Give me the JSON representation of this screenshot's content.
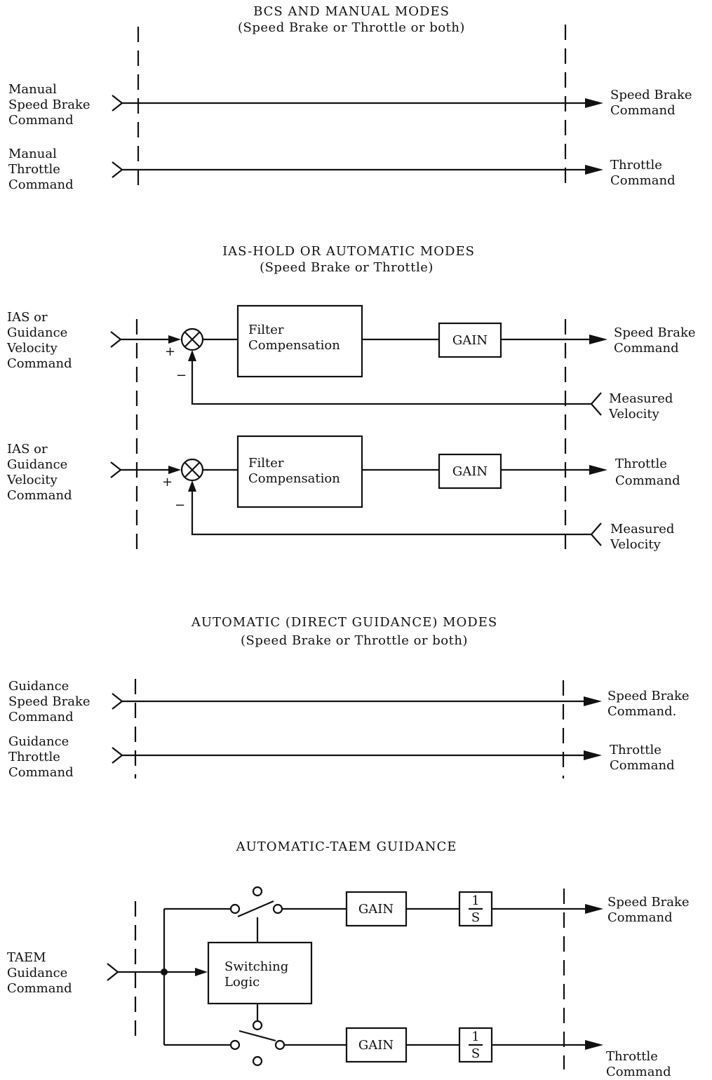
{
  "sections": {
    "bcs": {
      "title": "BCS AND MANUAL MODES",
      "subtitle": "(Speed Brake or Throttle or both)",
      "inputs": {
        "speed_brake": [
          "Manual",
          "Speed Brake",
          "Command"
        ],
        "throttle": [
          "Manual",
          "Throttle",
          "Command"
        ]
      },
      "outputs": {
        "speed_brake": [
          "Speed Brake",
          "Command"
        ],
        "throttle": [
          "Throttle",
          "Command"
        ]
      }
    },
    "ias": {
      "title": "IAS-HOLD OR AUTOMATIC MODES",
      "subtitle": "(Speed Brake or Throttle)",
      "loop1": {
        "input": [
          "IAS or",
          "Guidance",
          "Velocity",
          "Command"
        ],
        "filter": [
          "Filter",
          "Compensation"
        ],
        "gain": "GAIN",
        "plus": "+",
        "minus": "−",
        "output": [
          "Speed Brake",
          "Command"
        ],
        "feedback": [
          "Measured",
          "Velocity"
        ]
      },
      "loop2": {
        "input": [
          "IAS or",
          "Guidance",
          "Velocity",
          "Command"
        ],
        "filter": [
          "Filter",
          "Compensation"
        ],
        "gain": "GAIN",
        "plus": "+",
        "minus": "−",
        "output": [
          "Throttle",
          "Command"
        ],
        "feedback": [
          "Measured",
          "Velocity"
        ]
      }
    },
    "direct": {
      "title": "AUTOMATIC (DIRECT GUIDANCE) MODES",
      "subtitle": "(Speed Brake or Throttle or both)",
      "inputs": {
        "speed_brake": [
          "Guidance",
          "Speed Brake",
          "Command"
        ],
        "throttle": [
          "Guidance",
          "Throttle",
          "Command"
        ]
      },
      "outputs": {
        "speed_brake": [
          "Speed Brake",
          "Command."
        ],
        "throttle": [
          "Throttle",
          "Command"
        ]
      }
    },
    "taem": {
      "title": "AUTOMATIC-TAEM GUIDANCE",
      "input": [
        "TAEM",
        "Guidance",
        "Command"
      ],
      "switching": [
        "Switching",
        "Logic"
      ],
      "gain_top": "GAIN",
      "gain_bottom": "GAIN",
      "integrator_top": {
        "num": "1",
        "den": "S"
      },
      "integrator_bottom": {
        "num": "1",
        "den": "S"
      },
      "outputs": {
        "speed_brake": [
          "Speed Brake",
          "Command"
        ],
        "throttle": [
          "Throttle",
          "Command"
        ]
      }
    }
  }
}
